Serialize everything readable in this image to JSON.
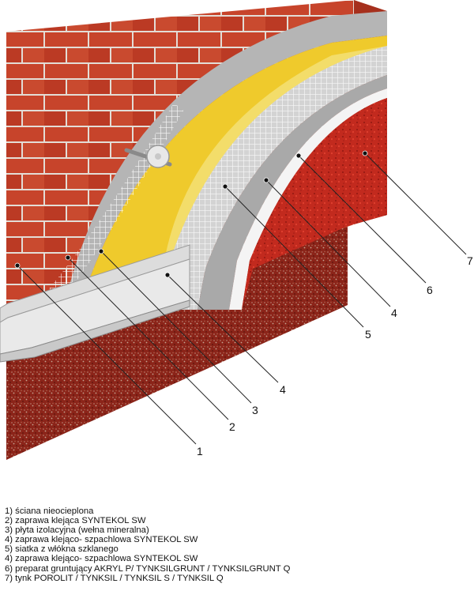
{
  "callouts": [
    {
      "number": "1"
    },
    {
      "number": "2"
    },
    {
      "number": "3"
    },
    {
      "number": "4"
    },
    {
      "number": "5"
    },
    {
      "number": "4"
    },
    {
      "number": "6"
    },
    {
      "number": "7"
    }
  ],
  "legend": [
    "1) ściana nieocieplona",
    "2) zaprawa klejąca SYNTEKOL SW",
    "3) płyta izolacyjna (wełna mineralna)",
    "4) zaprawa klejąco- szpachlowa SYNTEKOL SW",
    "5) siatka z włókna szklanego",
    "4) zaprawa klejąco- szpachlowa SYNTEKOL SW",
    "6) preparat gruntujący AKRYL P/ TYNKSILGRUNT / TYNKSILGRUNT Q",
    "7) tynk POROLIT / TYNKSIL / TYNKSIL S / TYNKSIL Q"
  ],
  "colors": {
    "brick": "#c23a24",
    "mortar": "#e8e2dc",
    "adhesive": "#b4b4b4",
    "insulation": "#eec92e",
    "mesh": "#ffffff",
    "render": "#c8261c",
    "base": "#8e2418"
  }
}
